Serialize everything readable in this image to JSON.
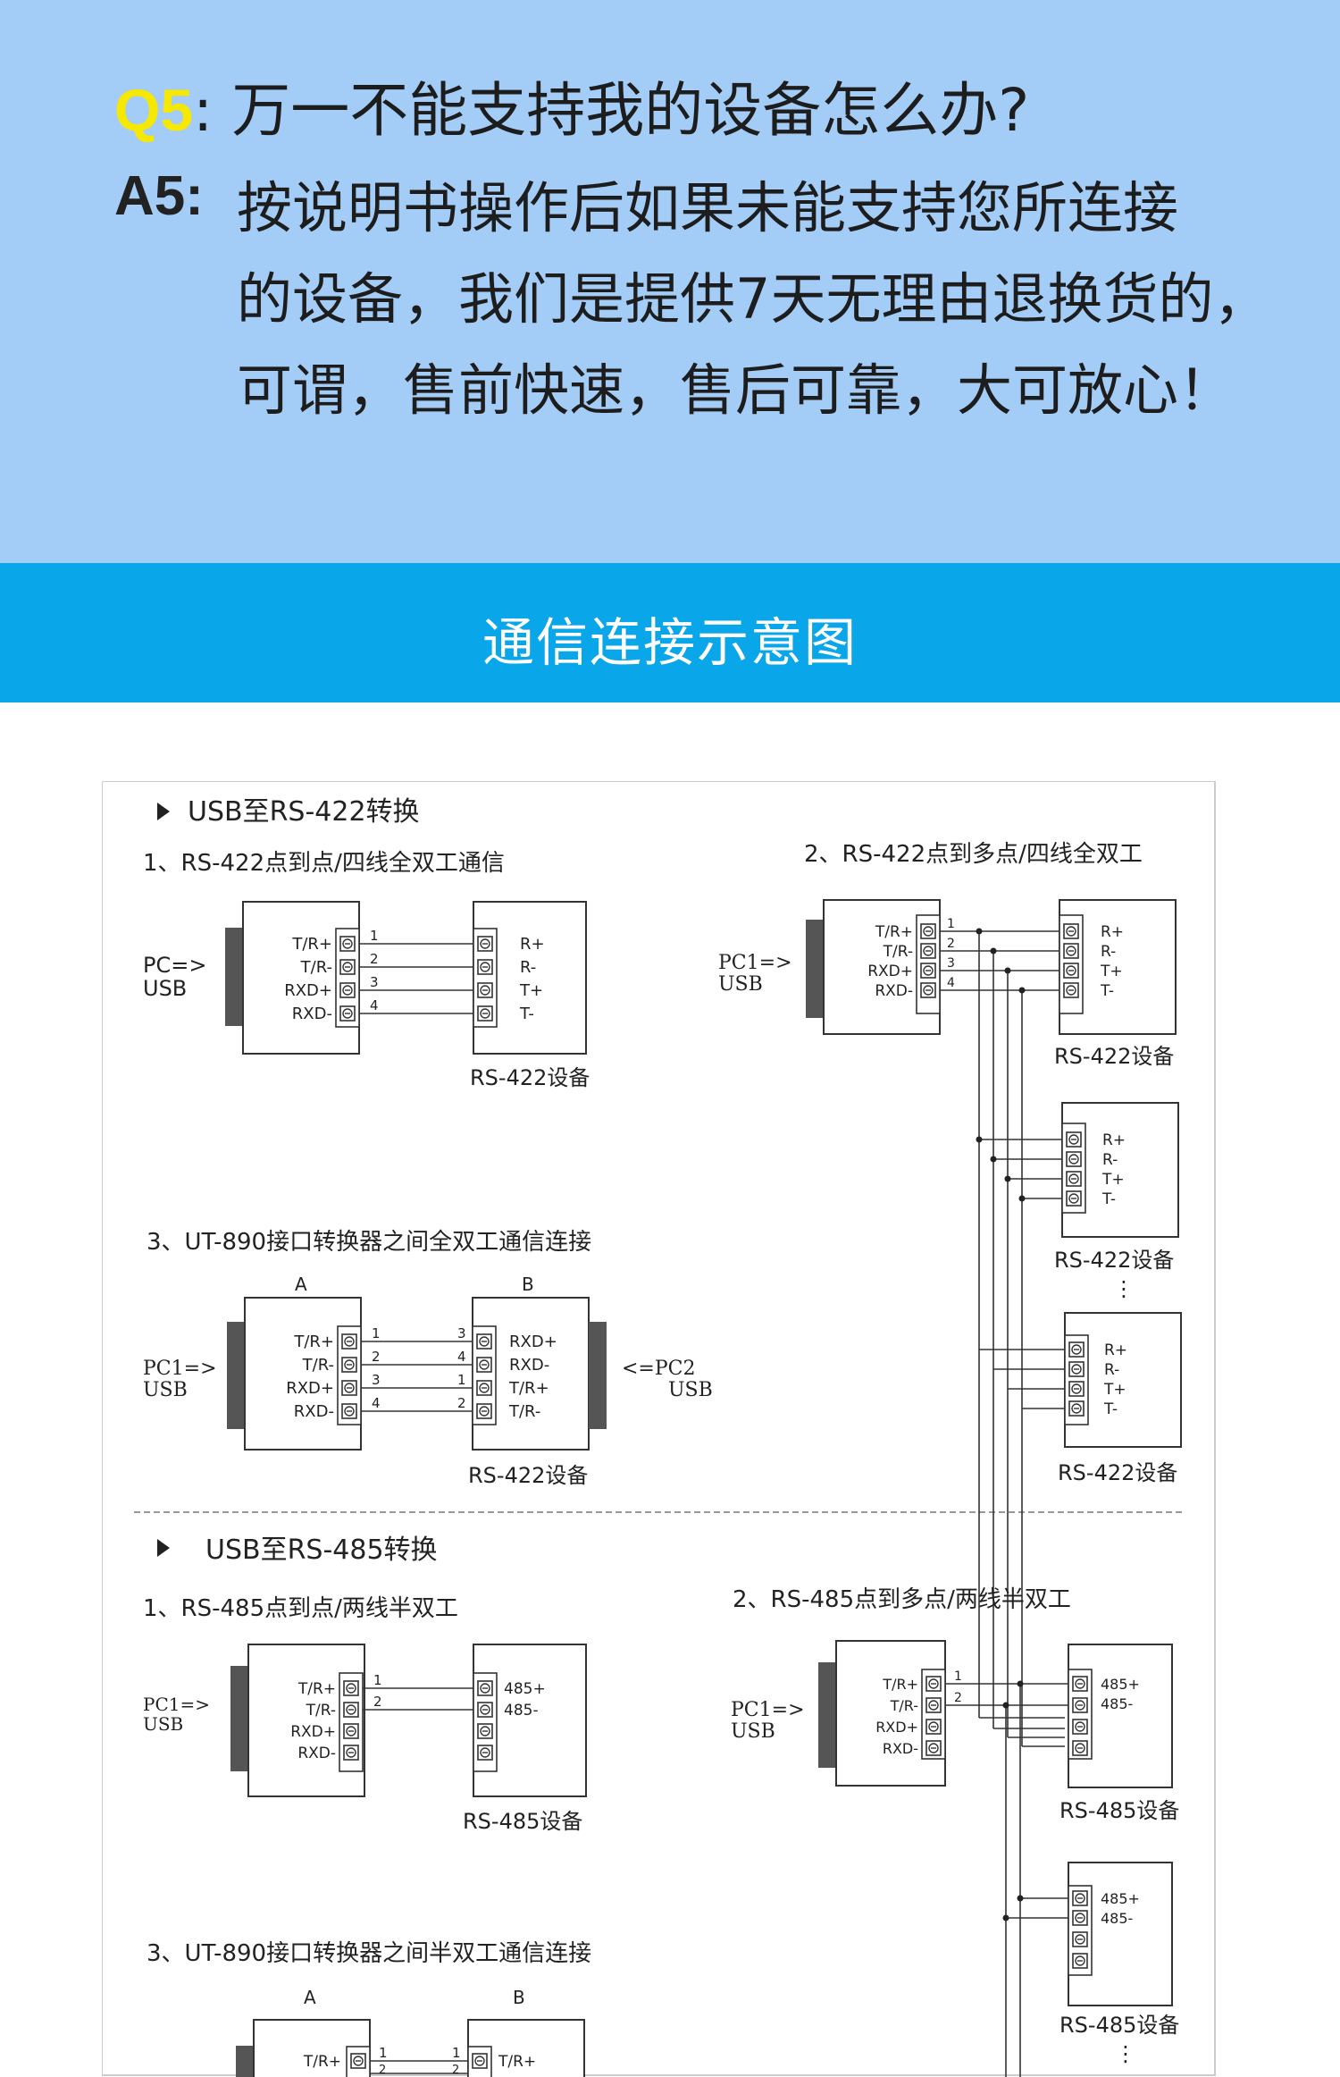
{
  "faq": {
    "q_tag": "Q5",
    "q_text": ": 万一不能支持我的设备怎么办?",
    "a_tag": "A5:",
    "a_lines": [
      "按说明书操作后如果未能支持您所连接",
      "的设备，我们是提供7天无理由退换货的，",
      "可谓，售前快速，售后可靠，大可放心！"
    ]
  },
  "banner": {
    "title": "通信连接示意图"
  },
  "diagram": {
    "sec422_title": "USB至RS-422转换",
    "sec485_title": "USB至RS-485转换",
    "d422_1": {
      "title": "1、RS-422点到点/四线全双工通信",
      "pc_label1": "PC=>",
      "pc_label2": "USB",
      "pins": [
        "T/R+",
        "T/R-",
        "RXD+",
        "RXD-"
      ],
      "wires": [
        "1",
        "2",
        "3",
        "4"
      ],
      "dev_pins": [
        "R+",
        "R-",
        "T+",
        "T-"
      ],
      "dev_label": "RS-422设备"
    },
    "d422_2": {
      "title": "2、RS-422点到多点/四线全双工",
      "pc_label1": "PC1=>",
      "pc_label2": "USB",
      "pins": [
        "T/R+",
        "T/R-",
        "RXD+",
        "RXD-"
      ],
      "wires": [
        "1",
        "2",
        "3",
        "4"
      ],
      "dev_pins": [
        "R+",
        "R-",
        "T+",
        "T-"
      ],
      "dev_label": "RS-422设备",
      "dots": "⋮"
    },
    "d422_3": {
      "title": "3、UT-890接口转换器之间全双工通信连接",
      "side_a": "A",
      "side_b": "B",
      "pc1_label1": "PC1=>",
      "pc1_label2": "USB",
      "pc2_label1": "<=PC2",
      "pc2_label2": "USB",
      "pins_a": [
        "T/R+",
        "T/R-",
        "RXD+",
        "RXD-"
      ],
      "wires_a": [
        "1",
        "2",
        "3",
        "4"
      ],
      "wires_b": [
        "3",
        "4",
        "1",
        "2"
      ],
      "pins_b": [
        "RXD+",
        "RXD-",
        "T/R+",
        "T/R-"
      ],
      "dev_label": "RS-422设备"
    },
    "d485_1": {
      "title": "1、RS-485点到点/两线半双工",
      "pc_label1": "PC1=>",
      "pc_label2": "USB",
      "pins": [
        "T/R+",
        "T/R-",
        "RXD+",
        "RXD-"
      ],
      "wires": [
        "1",
        "2"
      ],
      "dev_pins": [
        "485+",
        "485-"
      ],
      "dev_label": "RS-485设备"
    },
    "d485_2": {
      "title": "2、RS-485点到多点/两线半双工",
      "pc_label1": "PC1=>",
      "pc_label2": "USB",
      "pins": [
        "T/R+",
        "T/R-",
        "RXD+",
        "RXD-"
      ],
      "wires": [
        "1",
        "2"
      ],
      "dev_pins": [
        "485+",
        "485-"
      ],
      "dev_label": "RS-485设备",
      "dots": "⋮"
    },
    "d485_3": {
      "title": "3、UT-890接口转换器之间半双工通信连接",
      "side_a": "A",
      "side_b": "B",
      "pin_a": "T/R+",
      "pin_b": "T/R+",
      "wire_a": "1",
      "wire_a2": "2",
      "wire_b": "1",
      "wire_b2": "2"
    }
  }
}
